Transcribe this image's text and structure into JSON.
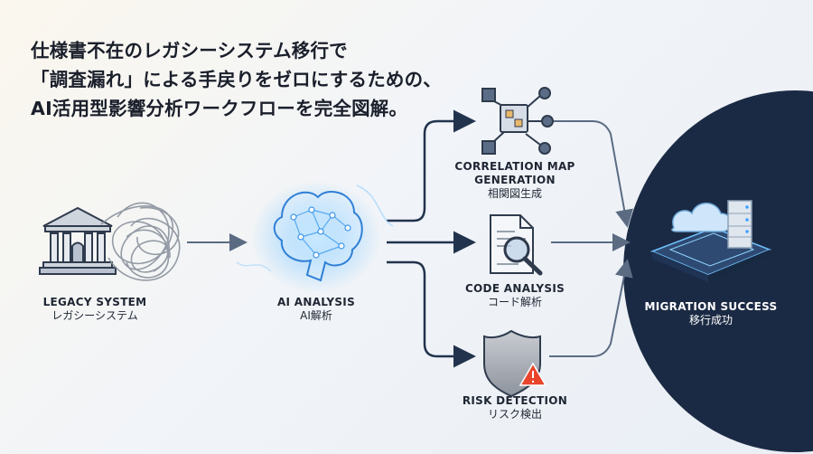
{
  "title": {
    "line1": "仕様書不在のレガシーシステム移行で",
    "line2": "「調査漏れ」による手戻りをゼロにするための、",
    "line3": "AI活用型影響分析ワークフローを完全図解。"
  },
  "nodes": {
    "legacy": {
      "en": "LEGACY SYSTEM",
      "ja": "レガシーシステム",
      "icon": "building-icon"
    },
    "ai": {
      "en": "AI ANALYSIS",
      "ja": "AI解析",
      "icon": "brain-icon"
    },
    "correlation": {
      "en": "CORRELATION MAP GENERATION",
      "ja": "相関図生成",
      "icon": "network-map-icon"
    },
    "code": {
      "en": "CODE ANALYSIS",
      "ja": "コード解析",
      "icon": "document-magnifier-icon"
    },
    "risk": {
      "en": "RISK DETECTION",
      "ja": "リスク検出",
      "icon": "shield-warning-icon"
    },
    "success": {
      "en": "MIGRATION SUCCESS",
      "ja": "移行成功",
      "icon": "cloud-server-icon"
    }
  },
  "colors": {
    "arrow": "#5a6b82",
    "arrow_dark": "#22334d",
    "navy": "#1b2a44",
    "glow": "#6fc3ff",
    "warning": "#e8452c"
  }
}
